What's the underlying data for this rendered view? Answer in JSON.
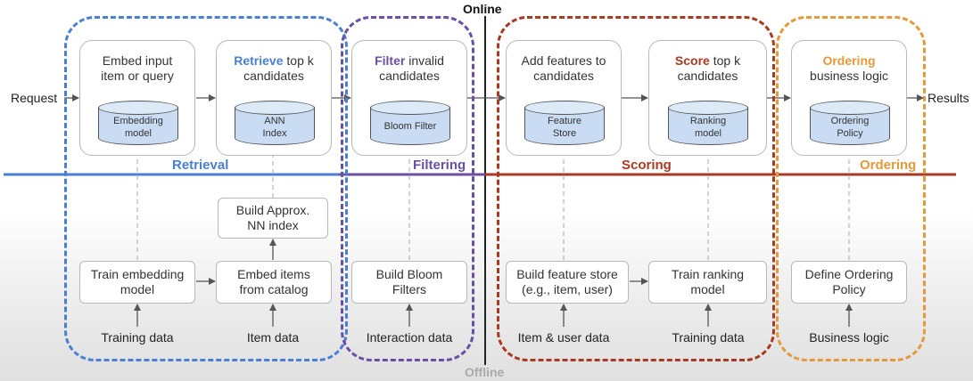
{
  "colors": {
    "retrieval": "#4a7fd4",
    "filtering": "#6a4fa5",
    "scoring": "#a93a22",
    "ordering": "#e39a3b",
    "cylinder": "#c9dcf3"
  },
  "io": {
    "request": "Request",
    "results": "Results"
  },
  "phase": {
    "online": "Online",
    "offline": "Offline"
  },
  "groups": {
    "retrieval": "Retrieval",
    "filtering": "Filtering",
    "scoring": "Scoring",
    "ordering": "Ordering"
  },
  "online": {
    "embed": {
      "l1": "Embed input",
      "l2": "item or query",
      "store1": "Embedding",
      "store2": "model"
    },
    "retrieve": {
      "kw": "Retrieve",
      "l1": " top k",
      "l2": "candidates",
      "store1": "ANN",
      "store2": "Index"
    },
    "filter": {
      "kw": "Filter",
      "l1": " invalid",
      "l2": "candidates",
      "store1": "Bloom Filter"
    },
    "features": {
      "l1": "Add features to",
      "l2": "candidates",
      "store1": "Feature",
      "store2": "Store"
    },
    "score": {
      "kw": "Score",
      "l1": " top k",
      "l2": "candidates",
      "store1": "Ranking",
      "store2": "model"
    },
    "ordering": {
      "kw": "Ordering",
      "l2": "business logic",
      "store1": "Ordering",
      "store2": "Policy"
    }
  },
  "offline": {
    "approx": {
      "l1": "Build Approx.",
      "l2": "NN index"
    },
    "train_embed": {
      "l1": "Train embedding",
      "l2": "model"
    },
    "embed_items": {
      "l1": "Embed items",
      "l2": "from catalog"
    },
    "bloom": {
      "l1": "Build Bloom",
      "l2": "Filters"
    },
    "feature_store": {
      "l1": "Build feature store",
      "l2": "(e.g., item, user)"
    },
    "train_rank": {
      "l1": "Train ranking",
      "l2": "model"
    },
    "policy": {
      "l1": "Define Ordering",
      "l2": "Policy"
    }
  },
  "sources": {
    "training_data_1": "Training data",
    "item_data": "Item data",
    "interaction_data": "Interaction data",
    "item_user_data": "Item & user data",
    "training_data_2": "Training data",
    "business_logic": "Business logic"
  }
}
